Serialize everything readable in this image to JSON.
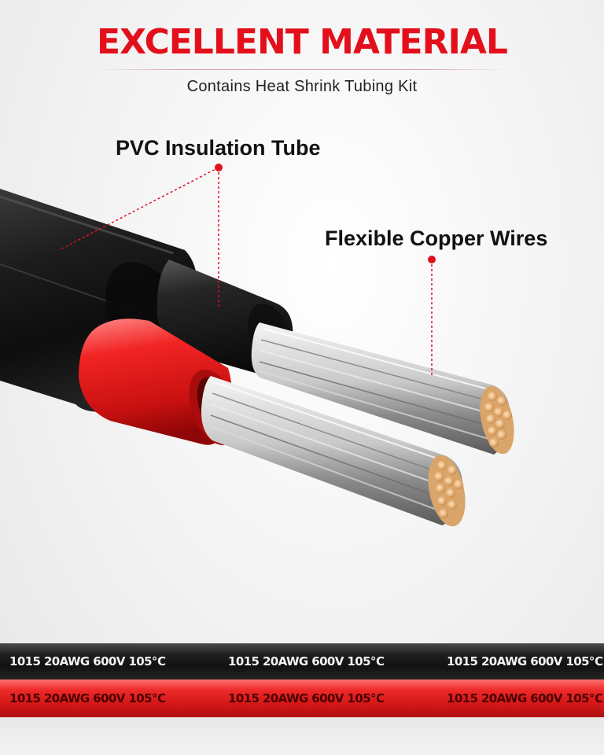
{
  "header": {
    "title": "EXCELLENT MATERIAL",
    "subtitle": "Contains Heat Shrink Tubing Kit"
  },
  "callouts": {
    "pvc_label": "PVC Insulation Tube",
    "copper_label": "Flexible Copper Wires"
  },
  "wire_print": {
    "black_strip": [
      "1015 20AWG 600V 105℃",
      "1015 20AWG 600V 105℃",
      "1015 20AWG 600V 105℃"
    ],
    "red_strip": [
      "1015 20AWG 600V 105℃",
      "1015 20AWG 600V 105℃",
      "1015 20AWG 600V 105℃"
    ]
  },
  "colors": {
    "accent_red": "#e3101c",
    "callout_red": "#e01020",
    "insulation_black": "#141414",
    "insulation_red": "#e01818",
    "copper": "#e8b880"
  }
}
